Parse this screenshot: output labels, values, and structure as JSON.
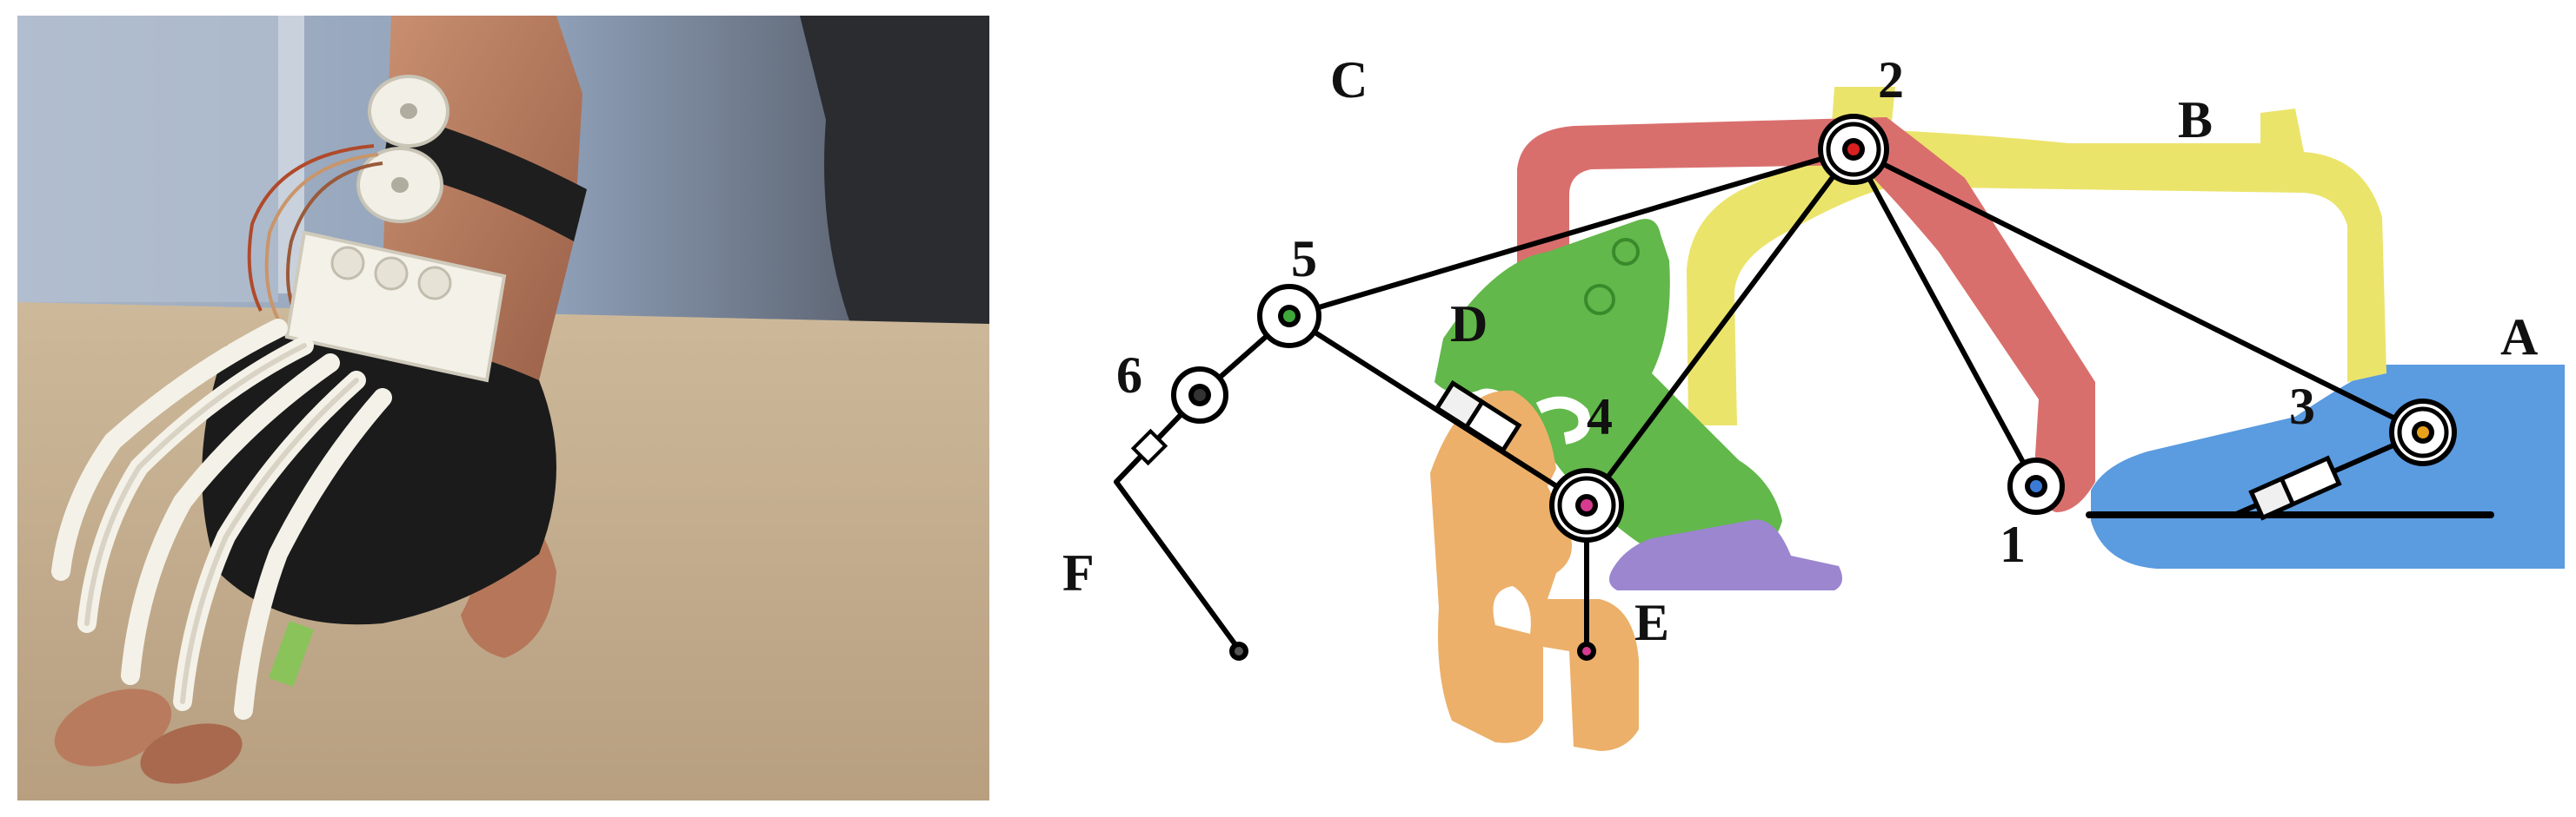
{
  "figure": {
    "photo": {
      "description_icon": "exoskeleton-hand-photo"
    },
    "diagram": {
      "link_labels": {
        "A": "A",
        "B": "B",
        "C": "C",
        "D": "D",
        "E": "E",
        "F": "F"
      },
      "joint_labels": {
        "j1": "1",
        "j2": "2",
        "j3": "3",
        "j4": "4",
        "j5": "5",
        "j6": "6"
      },
      "colors": {
        "A": "#5b9be0",
        "B": "#ebe46b",
        "C": "#d96f6d",
        "D": "#62b84a",
        "E": "#9b86cf",
        "F": "#ecb06a",
        "joint_1": "#3a7bd5",
        "joint_2": "#d92020",
        "joint_3": "#e8a11a",
        "joint_4": "#d63b8f",
        "joint_5": "#3fa83a",
        "joint_6": "#333333",
        "lines": "#000000"
      }
    }
  }
}
